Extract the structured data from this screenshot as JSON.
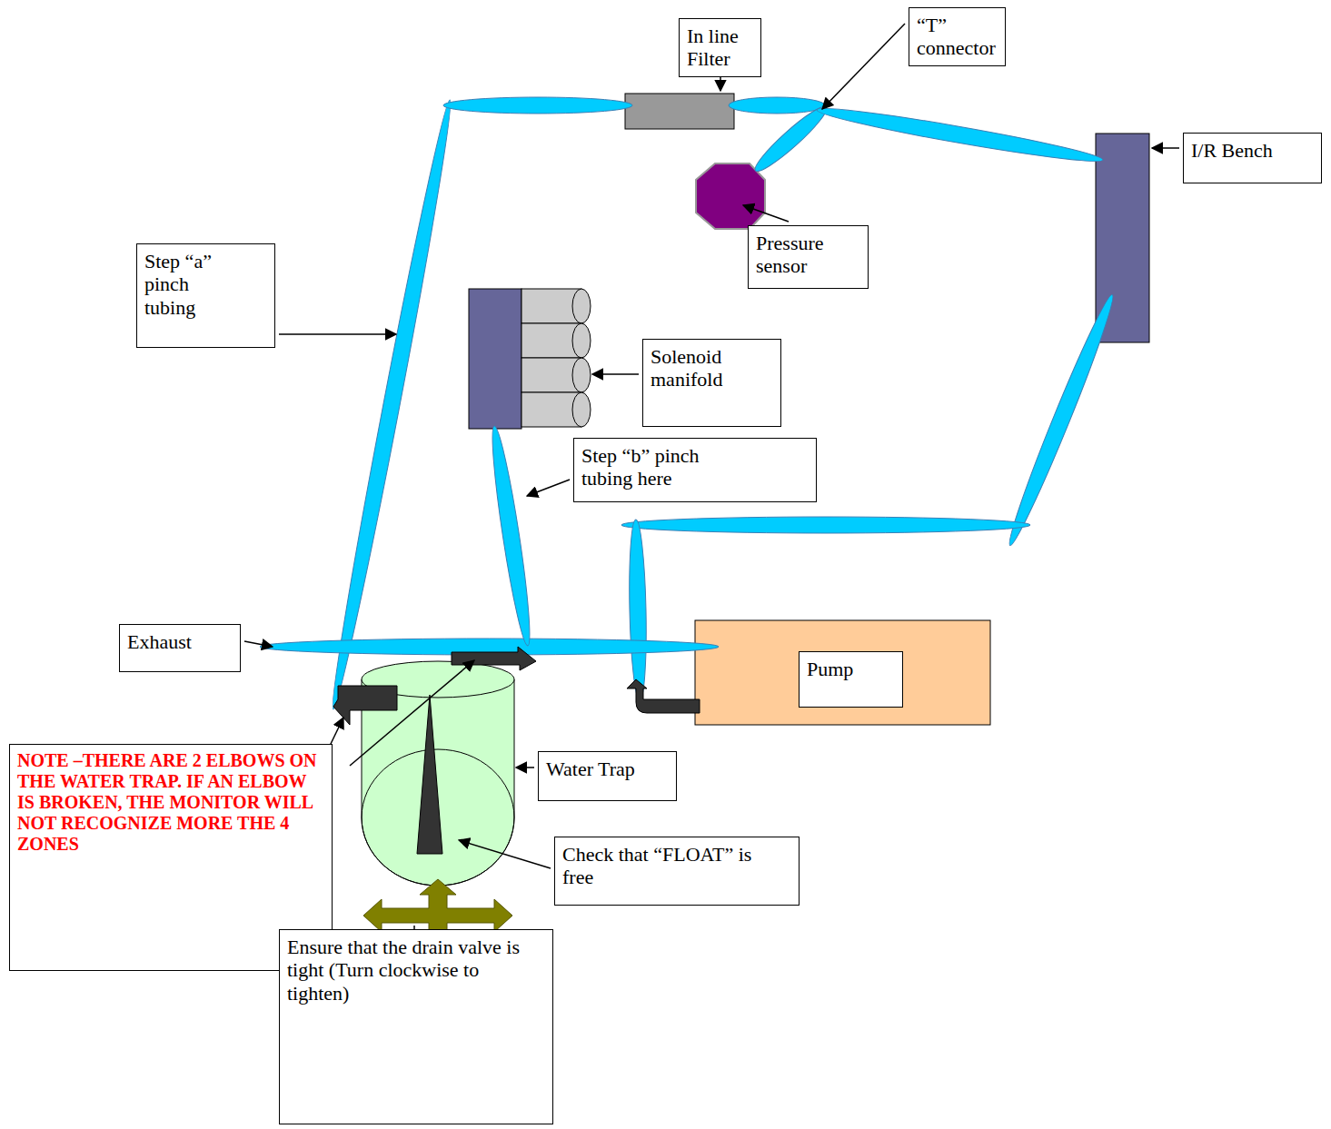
{
  "diagram": {
    "nodes": [
      {
        "text": [
          "In line Filter"
        ]
      },
      {
        "text": [
          "“T” connector"
        ]
      },
      {
        "text": [
          "I/R Bench"
        ]
      },
      {
        "text": [
          "Pressure sensor"
        ]
      },
      {
        "text": [
          "Step “a” pinch tubing"
        ]
      },
      {
        "text": [
          "Solenoid manifold"
        ]
      },
      {
        "text": [
          "Step “b” pinch tubing here"
        ]
      },
      {
        "text": [
          "Exhaust"
        ]
      },
      {
        "text": [
          "Pump"
        ]
      },
      {
        "text": [
          "NOTE –THERE ARE 2 ELBOWS ON THE WATER TRAP. IF AN ELBOW IS BROKEN, THE MONITOR WILL NOT RECOGNIZE MORE THE 4 ZONES"
        ]
      },
      {
        "text": [
          "Water Trap"
        ]
      },
      {
        "text": [
          "Check that “FLOAT” is free"
        ]
      },
      {
        "text": [
          "Ensure that the drain valve is tight (Turn clockwise to tighten)"
        ]
      }
    ]
  }
}
